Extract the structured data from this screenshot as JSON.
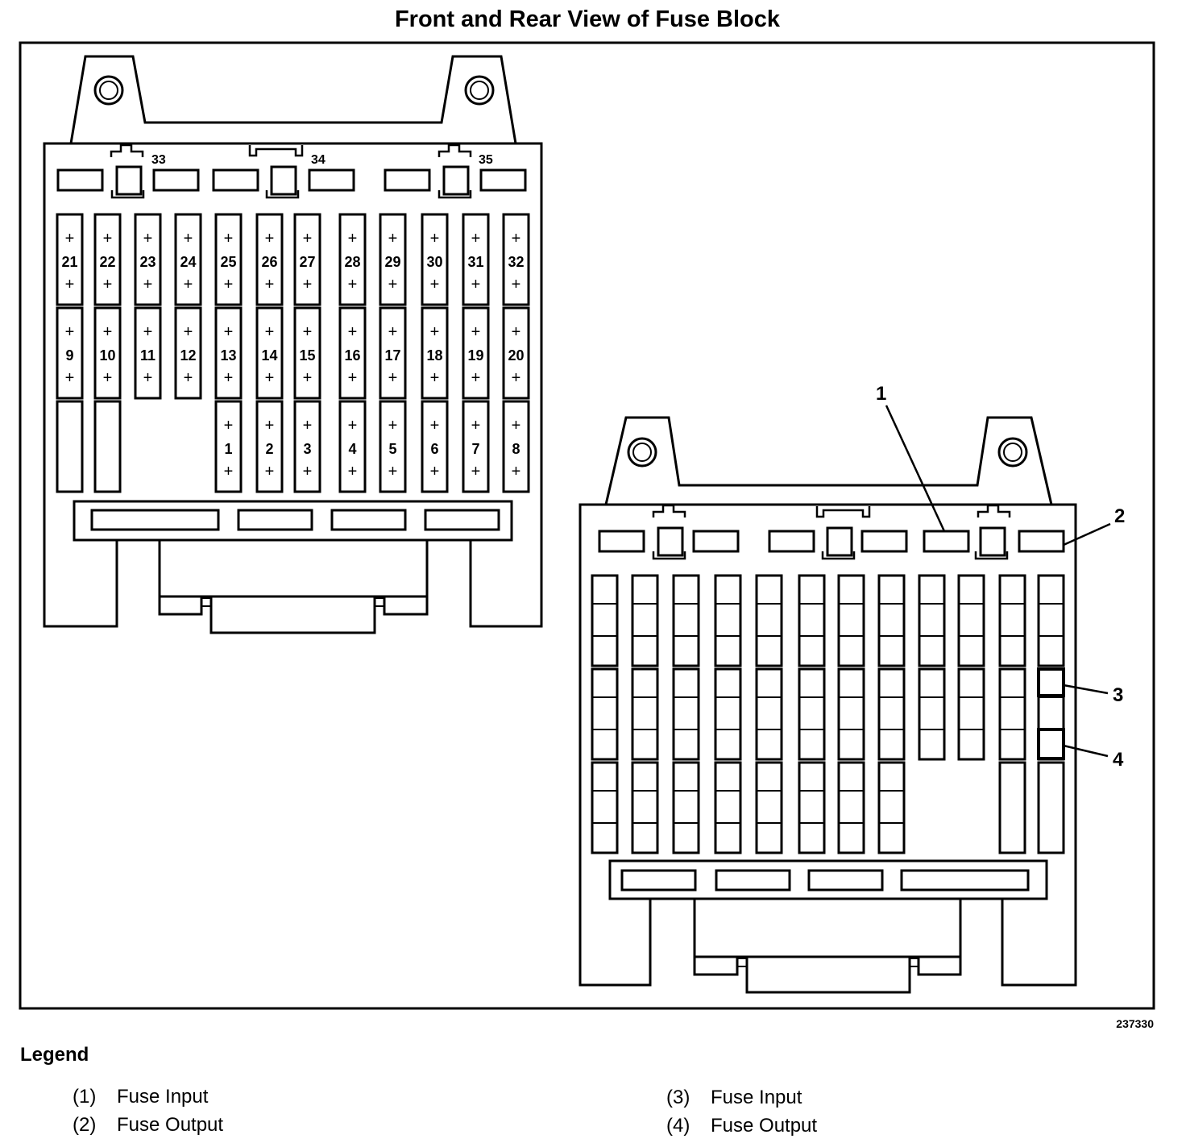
{
  "title": "Front and Rear View of Fuse Block",
  "figure_id": "237330",
  "front_view": {
    "fuse_rows": [
      [
        "21",
        "22",
        "23",
        "24",
        "25",
        "26",
        "27",
        "28",
        "29",
        "30",
        "31",
        "32"
      ],
      [
        "9",
        "10",
        "11",
        "12",
        "13",
        "14",
        "15",
        "16",
        "17",
        "18",
        "19",
        "20"
      ],
      [
        "",
        "",
        "",
        "",
        "1",
        "2",
        "3",
        "4",
        "5",
        "6",
        "7",
        "8"
      ]
    ],
    "plus_sign": "+",
    "top_labels": [
      "33",
      "34",
      "35"
    ]
  },
  "callouts": [
    "1",
    "2",
    "3",
    "4"
  ],
  "legend": {
    "heading": "Legend",
    "items": [
      {
        "num": "(1)",
        "text": "Fuse Input"
      },
      {
        "num": "(2)",
        "text": "Fuse Output"
      },
      {
        "num": "(3)",
        "text": "Fuse Input"
      },
      {
        "num": "(4)",
        "text": "Fuse Output"
      }
    ]
  }
}
